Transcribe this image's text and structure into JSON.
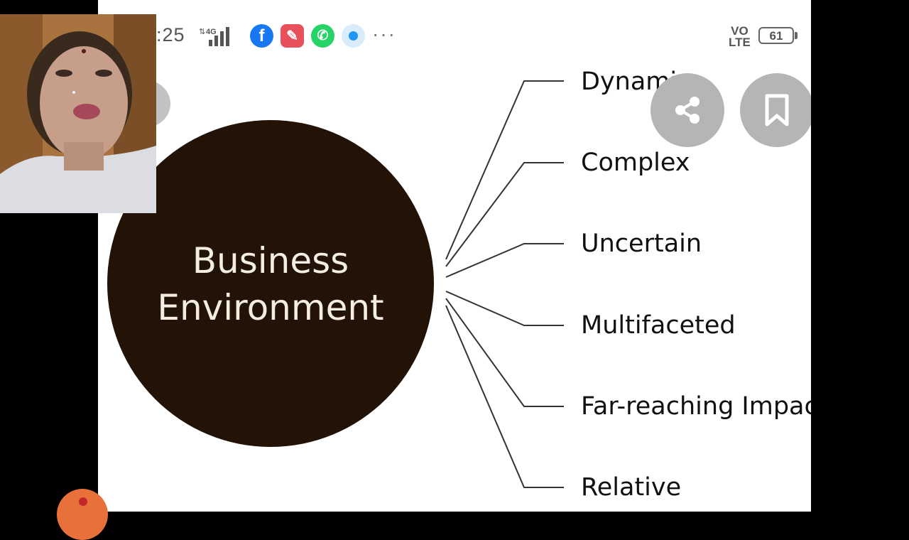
{
  "status_bar": {
    "time": ":25",
    "network_label": "4G",
    "apps": [
      {
        "name": "facebook-icon",
        "color": "#1877F2",
        "glyph": "f"
      },
      {
        "name": "pen-app-icon",
        "color": "#E8505B",
        "glyph": "✎"
      },
      {
        "name": "whatsapp-icon",
        "color": "#25D366",
        "glyph": "✆"
      },
      {
        "name": "circle-app-icon",
        "color": "#2196F3",
        "glyph": "•"
      }
    ],
    "more": "···",
    "volte_top": "VO",
    "volte_bottom": "LTE",
    "battery": "61"
  },
  "diagram": {
    "center_line1": "Business",
    "center_line2": "Environment",
    "center_color": "#221306",
    "branches": [
      "Dynamic",
      "Complex",
      "Uncertain",
      "Multifaceted",
      "Far-reaching Impact",
      "Relative"
    ]
  },
  "actions": {
    "share_icon": "share-icon",
    "bookmark_icon": "bookmark-icon"
  }
}
